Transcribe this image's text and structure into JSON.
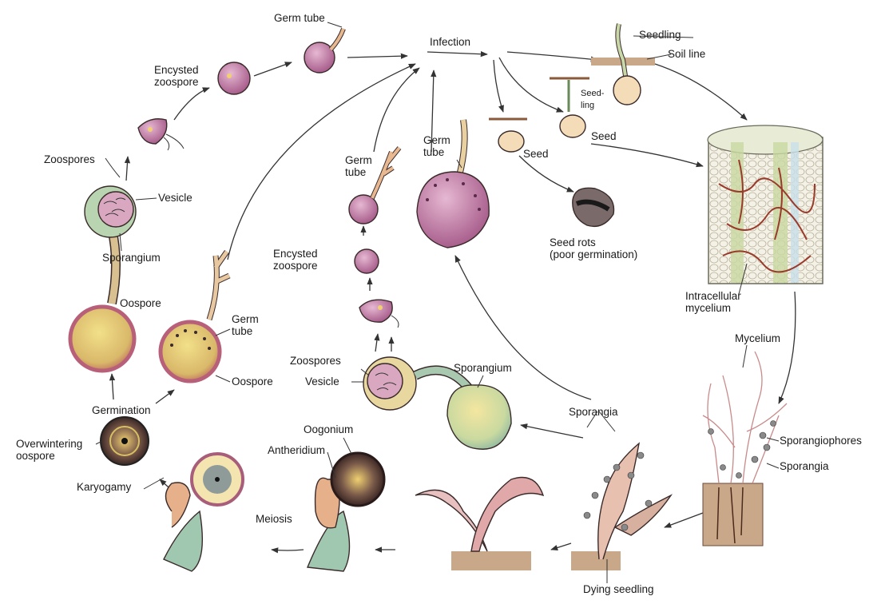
{
  "colors": {
    "cell_pink": "#c98ab0",
    "cell_purple": "#8a4a78",
    "oospore_yellow": "#e8d27a",
    "oospore_ring": "#b8607a",
    "hypha_green": "#8fb8a0",
    "hypha_peach": "#e6b08a",
    "soil": "#c9a88a",
    "tissue_green": "#9fc28a",
    "mycelium_red": "#9a3a2a",
    "arrow": "#333333"
  },
  "labels": {
    "germ_tube_top": "Germ tube",
    "infection": "Infection",
    "seedling": "Seedling",
    "soil_line": "Soil line",
    "encysted_zoospore_top": "Encysted\nzoospore",
    "zoospores_left": "Zoospores",
    "vesicle_left": "Vesicle",
    "sporangium_left": "Sporangium",
    "oospore_left": "Oospore",
    "germ_tube_oospore": "Germ\ntube",
    "oospore_center": "Oospore",
    "germination": "Germination",
    "overwintering_oospore": "Overwintering\noospore",
    "karyogamy": "Karyogamy",
    "antheridium": "Antheridium",
    "oogonium": "Oogonium",
    "meiosis": "Meiosis",
    "germ_tube_mid": "Germ\ntube",
    "encysted_zoospore_mid": "Encysted\nzoospore",
    "zoospores_mid": "Zoospores",
    "vesicle_mid": "Vesicle",
    "sporangium_mid": "Sporangium",
    "germ_tube_large": "Germ\ntube",
    "seed_small": "Seed",
    "seedling_small": "Seed-\nling",
    "seed_right": "Seed",
    "seed_rots": "Seed rots\n(poor germination)",
    "intracellular_mycelium": "Intracellular\nmycelium",
    "mycelium": "Mycelium",
    "sporangiophores": "Sporangiophores",
    "sporangia_right": "Sporangia",
    "sporangia_bottom": "Sporangia",
    "dying_seedling": "Dying seedling"
  }
}
